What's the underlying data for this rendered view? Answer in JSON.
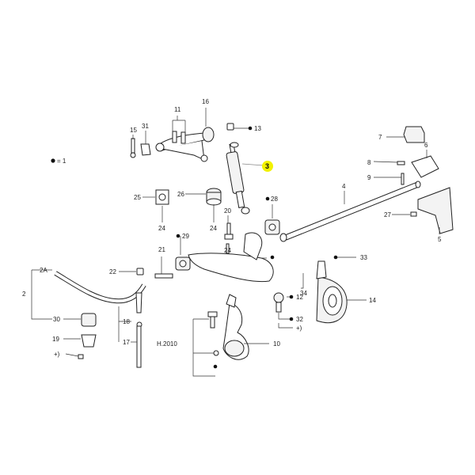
{
  "legend": {
    "dot_label": "= 1"
  },
  "highlight_color": "#f2f200",
  "callouts": {
    "c2": "2",
    "c2a": "2A",
    "c3": "3",
    "c4": "4",
    "c5": "5",
    "c6": "6",
    "c7": "7",
    "c8": "8",
    "c9": "9",
    "c10": "10",
    "c11": "11",
    "c12": "12",
    "c13": "13",
    "c14": "14",
    "c15": "15",
    "c16": "16",
    "c17": "17",
    "c18": "18",
    "c19": "19",
    "c20": "20",
    "c21": "21",
    "c22": "22",
    "c24a": "24",
    "c24b": "24",
    "c24c": "24",
    "c25": "25",
    "c26": "26",
    "c27": "27",
    "c28": "28",
    "c29": "29",
    "c30": "30",
    "c31": "31",
    "c32": "32",
    "c33": "33",
    "c34": "34",
    "h2010": "H.2010",
    "plus1": "+)",
    "plus2": "+)"
  }
}
